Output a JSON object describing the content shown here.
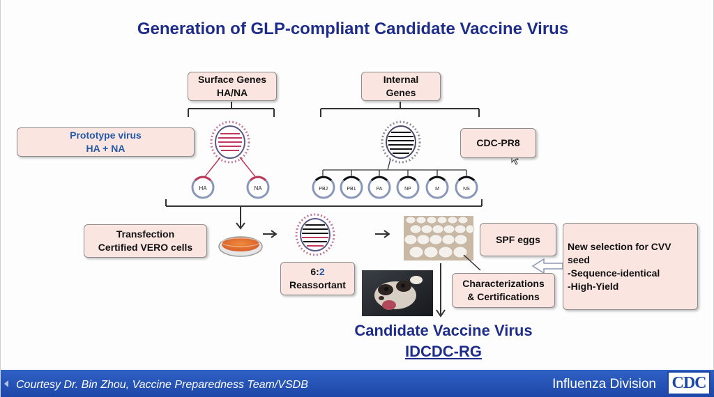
{
  "title": "Generation of GLP-compliant Candidate Vaccine Virus",
  "surface_genes": {
    "line1": "Surface Genes",
    "line2": "HA/NA"
  },
  "internal_genes": {
    "line1": "Internal",
    "line2": "Genes"
  },
  "prototype": {
    "line1": "Prototype virus",
    "line2": "HA + NA"
  },
  "cdc_pr8": "CDC-PR8",
  "surface_plasmids": [
    "HA",
    "NA"
  ],
  "internal_plasmids": [
    "PB2",
    "PB1",
    "PA",
    "NP",
    "M",
    "NS"
  ],
  "transfection": {
    "line1": "Transfection",
    "line2": "Certified VERO cells"
  },
  "reassortant": {
    "ratio_a": "6:",
    "ratio_b": "2",
    "label": "Reassortant"
  },
  "spf_eggs": "SPF eggs",
  "characterizations": {
    "line1": "Characterizations",
    "line2": "& Certifications"
  },
  "selection": {
    "line1": "New selection for CVV",
    "line2": "seed",
    "line3": "-Sequence-identical",
    "line4": "-High-Yield"
  },
  "cvv": {
    "title": "Candidate Vaccine Virus",
    "subtitle": "IDCDC-RG"
  },
  "footer": {
    "credit": "Courtesy Dr. Bin Zhou, Vaccine Preparedness Team/VSDB",
    "division": "Influenza Division",
    "logo": "CDC"
  },
  "colors": {
    "title": "#1f2d8a",
    "box_fill": "#fbe5e1",
    "accent_blue": "#2259a8",
    "footer": "#1d47a8",
    "plasmid_red": "#c0385a"
  }
}
